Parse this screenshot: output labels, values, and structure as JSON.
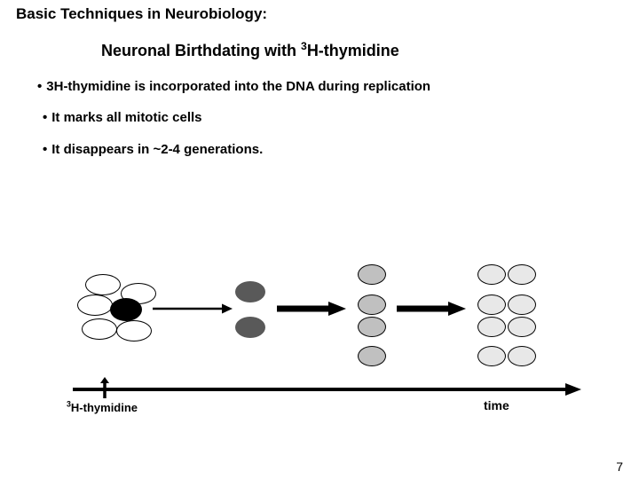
{
  "slide": {
    "title": "Basic Techniques in Neurobiology:",
    "subtitle_prefix": "Neuronal Birthdating with ",
    "subtitle_sup": "3",
    "subtitle_suffix": "H-thymidine",
    "page_number": "7",
    "bullet_marker": "•"
  },
  "bullets": [
    {
      "text": "3H-thymidine is incorporated into the DNA during replication"
    },
    {
      "text": "It marks all mitotic cells"
    },
    {
      "text": "It disappears in ~2-4 generations."
    }
  ],
  "diagram": {
    "label_thymidine_sup": "3",
    "label_thymidine_text": "H-thymidine",
    "label_time": "time",
    "stages": [
      {
        "name": "stage-1-initial-population",
        "style": "outlined-white-with-one-labeled-black-cell",
        "cell_count": 6,
        "labeled_cell_count": 1
      },
      {
        "name": "stage-2-first-division",
        "style": "dark-gray",
        "cell_count": 2
      },
      {
        "name": "stage-3-second-division",
        "style": "medium-gray",
        "cell_count": 4
      },
      {
        "name": "stage-4-third-division",
        "style": "light-gray",
        "cell_count": 8
      }
    ],
    "arrow_count": 3
  },
  "colors": {
    "background": "#ffffff",
    "text": "#000000",
    "cell_labeled": "#000000",
    "cell_dark": "#595959",
    "cell_medium": "#c0c0c0",
    "cell_light": "#e8e8e8",
    "cell_outline": "#000000"
  }
}
